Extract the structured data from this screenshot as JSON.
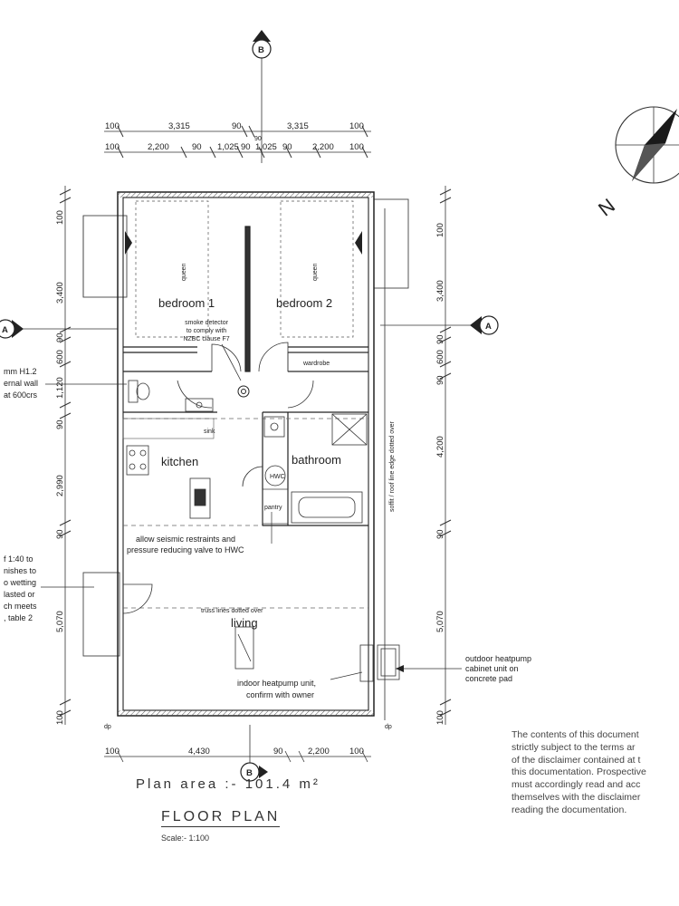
{
  "plan": {
    "dims_top_row1": [
      "100",
      "3,315",
      "90",
      "3,315",
      "100"
    ],
    "dims_top_row2": [
      "100",
      "2,200",
      "90",
      "1,025",
      "90",
      "1,025",
      "90",
      "2,200",
      "100"
    ],
    "dims_top_mid": "90",
    "dims_bottom": [
      "100",
      "4,430",
      "90",
      "2,200",
      "100"
    ],
    "dims_left": [
      "100",
      "3,400",
      "90",
      "600",
      "1,120",
      "90",
      "2,990",
      "90",
      "5,070",
      "100"
    ],
    "dims_right": [
      "100",
      "3,400",
      "90",
      "600",
      "90",
      "4,200",
      "90",
      "5,070",
      "100"
    ],
    "section_markers": {
      "a_left": "A",
      "a_right": "A",
      "b_top": "B",
      "b_bottom": "B"
    },
    "dp_left": "dp",
    "dp_right": "dp",
    "north_label": "N",
    "rooms": {
      "bedroom1": "bedroom 1",
      "bedroom2": "bedroom 2",
      "kitchen": "kitchen",
      "bathroom": "bathroom",
      "living": "living"
    },
    "bed_label_1": "queen",
    "bed_label_2": "queen",
    "wardrobe": "wardrobe",
    "hwc": "HWC",
    "pantry": "pantry",
    "sink_label": "sink",
    "smoke_note": [
      "smoke detector",
      "to comply with",
      "NZBC clause F7"
    ],
    "seismic_note": [
      "allow seismic restraints and",
      "pressure reducing valve to HWC"
    ],
    "truss_note": "truss lines dotted over",
    "soffit_note": "soffit / roof line edge dotted over",
    "heatpump_indoor_note": [
      "indoor heatpump unit,",
      "confirm with owner"
    ],
    "heatpump_outdoor_note": [
      "outdoor heatpump",
      "cabinet unit on",
      "concrete pad"
    ],
    "left_note_1": [
      "mm H1.2",
      "ernal wall",
      "at 600crs"
    ],
    "left_note_2": [
      "f 1:40 to",
      "nishes to",
      "o wetting",
      "lasted or",
      "ch meets",
      ", table 2"
    ]
  },
  "plan_area": "Plan area :- 101.4 m²",
  "title": "FLOOR PLAN",
  "scale": "Scale:- 1:100",
  "disclaimer": [
    "The contents of this document",
    "strictly subject to the terms ar",
    "of the disclaimer contained at t",
    "this documentation. Prospective",
    "must accordingly read and acc",
    "themselves with the disclaimer",
    "reading the documentation."
  ]
}
